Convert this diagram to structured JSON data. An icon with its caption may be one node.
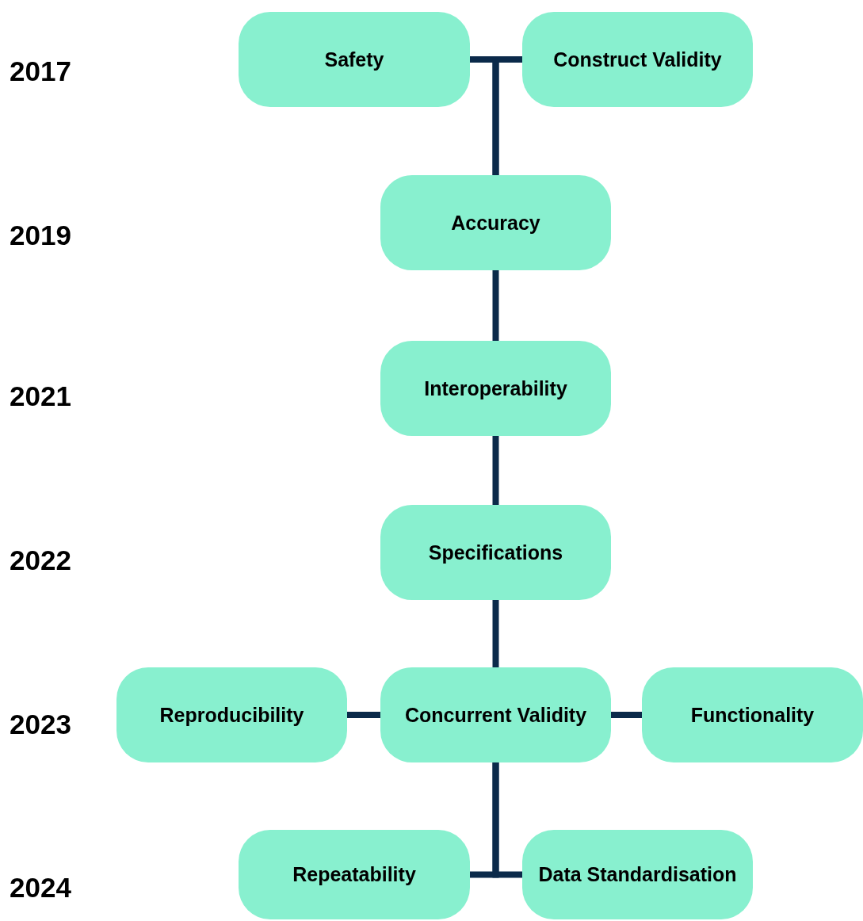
{
  "diagram": {
    "nodes": [
      {
        "text": [
          "Safety"
        ]
      },
      {
        "text": [
          "Construct Validity"
        ]
      },
      {
        "text": [
          "Accuracy"
        ]
      },
      {
        "text": [
          "Interoperability"
        ]
      },
      {
        "text": [
          "Specifications"
        ]
      },
      {
        "text": [
          "Reproducibility"
        ]
      },
      {
        "text": [
          "Concurrent Validity"
        ]
      },
      {
        "text": [
          "Functionality"
        ]
      },
      {
        "text": [
          "Repeatability"
        ]
      },
      {
        "text": [
          "Data Standardisation"
        ]
      }
    ],
    "edges": [
      {
        "from": 0,
        "to": 2,
        "arrow": "none"
      },
      {
        "from": 1,
        "to": 2,
        "arrow": "none"
      },
      {
        "from": 2,
        "to": 3,
        "arrow": "none"
      },
      {
        "from": 3,
        "to": 4,
        "arrow": "none"
      },
      {
        "from": 4,
        "to": 6,
        "arrow": "none"
      },
      {
        "from": 5,
        "to": 6,
        "arrow": "none"
      },
      {
        "from": 6,
        "to": 7,
        "arrow": "none"
      },
      {
        "from": 6,
        "to": 8,
        "arrow": "none"
      },
      {
        "from": 6,
        "to": 9,
        "arrow": "none"
      }
    ],
    "labels": [
      "2017",
      "2019",
      "2021",
      "2022",
      "2023",
      "2024"
    ]
  }
}
